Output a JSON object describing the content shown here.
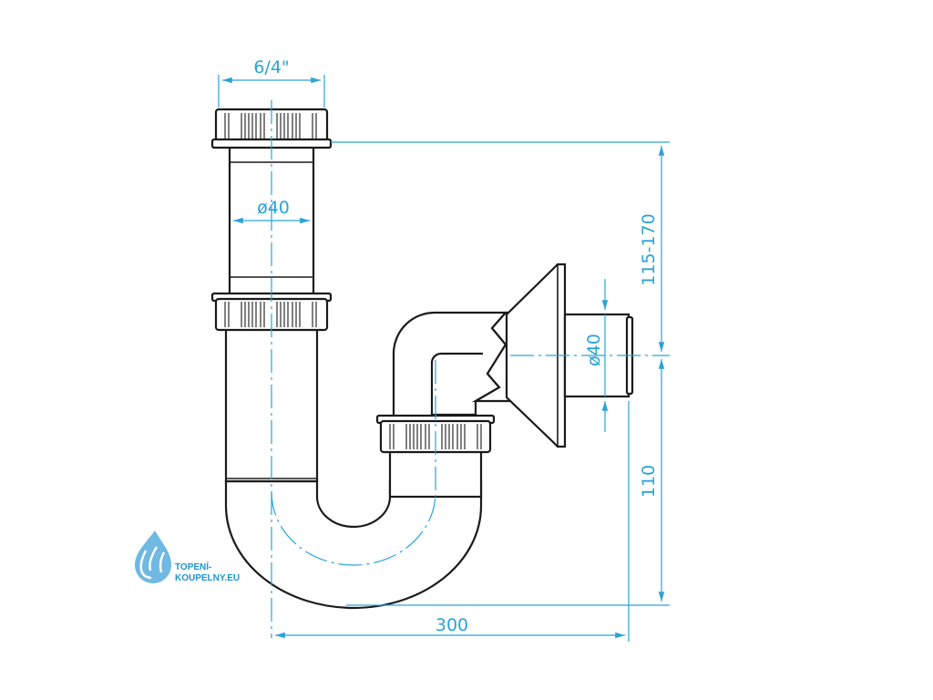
{
  "diagram": {
    "labels": {
      "thread_size": "6/4\"",
      "inlet_diameter": "ø40",
      "outlet_diameter": "ø40",
      "height_adjust": "115-170",
      "trap_height": "110",
      "width": "300"
    },
    "logo": {
      "line1": "TOPENÍ-",
      "line2": "KOUPELNY.EU"
    },
    "colors": {
      "dimension": "#2aa3d8",
      "outline": "#1a1a1a",
      "logo": "#1f95cf"
    }
  }
}
